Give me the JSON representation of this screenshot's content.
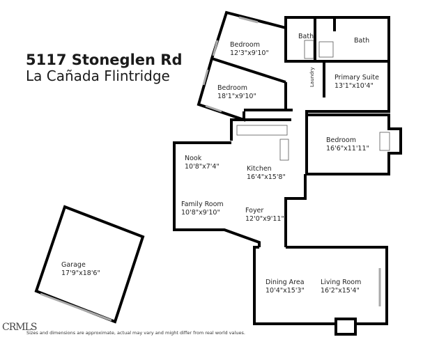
{
  "header": {
    "address": "5117 Stoneglen Rd",
    "city": "La Cañada Flintridge"
  },
  "rooms": [
    {
      "name": "Bedroom",
      "dims": "12'3\"x9'10\""
    },
    {
      "name": "Bedroom",
      "dims": "18'1\"x9'10\""
    },
    {
      "name": "Bath",
      "dims": ""
    },
    {
      "name": "Bath",
      "dims": ""
    },
    {
      "name": "Laundry",
      "dims": ""
    },
    {
      "name": "Primary Suite",
      "dims": "13'1\"x10'4\""
    },
    {
      "name": "Bedroom",
      "dims": "16'6\"x11'11\""
    },
    {
      "name": "Nook",
      "dims": "10'8\"x7'4\""
    },
    {
      "name": "Kitchen",
      "dims": "16'4\"x15'8\""
    },
    {
      "name": "Family Room",
      "dims": "10'8\"x9'10\""
    },
    {
      "name": "Foyer",
      "dims": "12'0\"x9'11\""
    },
    {
      "name": "Garage",
      "dims": "17'9\"x18'6\""
    },
    {
      "name": "Dining Area",
      "dims": "10'4\"x15'3\""
    },
    {
      "name": "Living Room",
      "dims": "16'2\"x15'4\""
    }
  ],
  "footer": {
    "disclaimer": "Sizes and dimensions are approximate, actual may vary and might differ from real world values.",
    "logo": "CRMLS"
  }
}
